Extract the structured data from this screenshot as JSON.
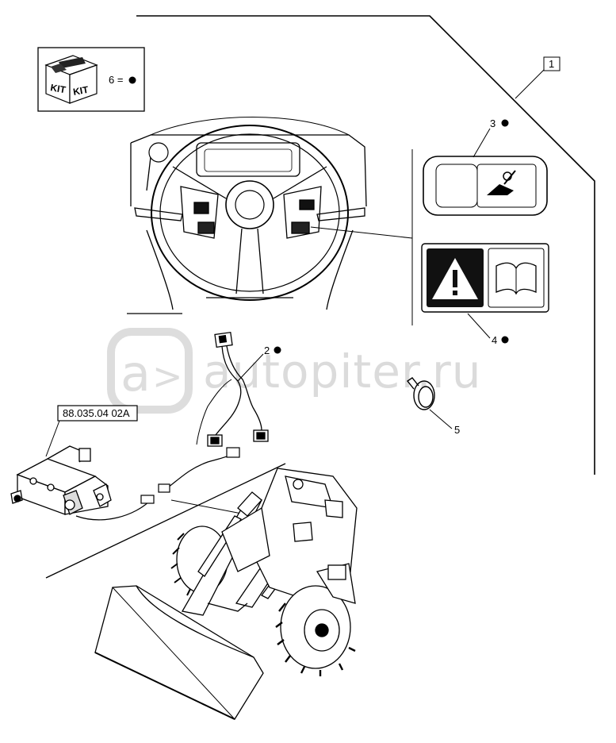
{
  "kit_legend": {
    "kit_text_1": "KIT",
    "kit_text_2": "KIT",
    "label": "6 ="
  },
  "callouts": {
    "c1": "1",
    "c2": "2",
    "c3": "3",
    "c4": "4",
    "c5": "5"
  },
  "reference_box": "88.035.04 02A",
  "watermark": "autopiter.ru",
  "colors": {
    "line": "#000000",
    "watermark": "#d8d8d8"
  }
}
